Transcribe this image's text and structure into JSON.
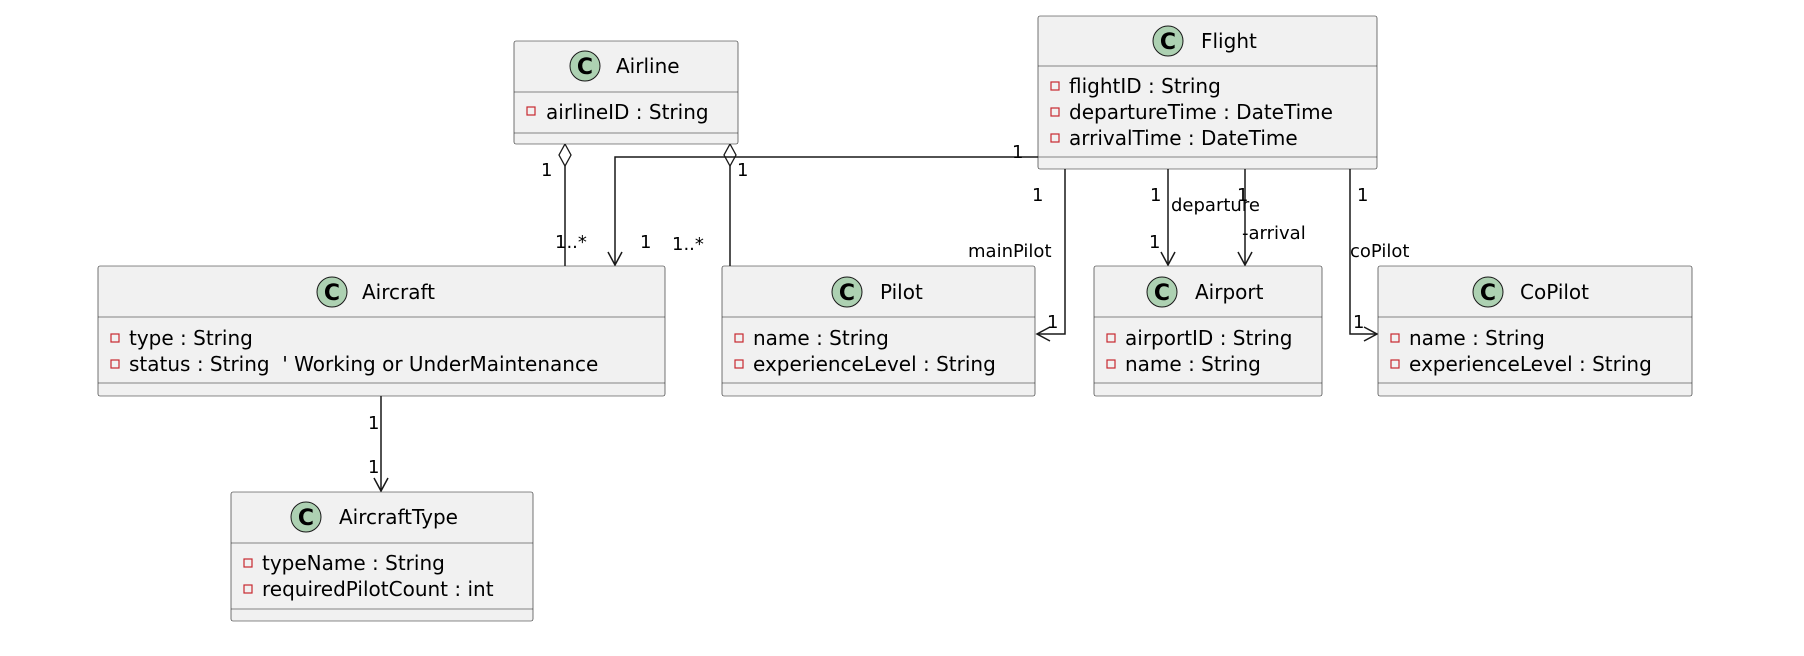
{
  "classes": {
    "airline": {
      "stereotype_letter": "C",
      "name": "Airline",
      "attributes": [
        {
          "visibility": "private",
          "text": "airlineID : String"
        }
      ]
    },
    "flight": {
      "stereotype_letter": "C",
      "name": "Flight",
      "attributes": [
        {
          "visibility": "private",
          "text": "flightID : String"
        },
        {
          "visibility": "private",
          "text": "departureTime : DateTime"
        },
        {
          "visibility": "private",
          "text": "arrivalTime : DateTime"
        }
      ]
    },
    "aircraft": {
      "stereotype_letter": "C",
      "name": "Aircraft",
      "attributes": [
        {
          "visibility": "private",
          "text": "type : String"
        },
        {
          "visibility": "private",
          "text": "status : String  ' Working or UnderMaintenance"
        }
      ]
    },
    "pilot": {
      "stereotype_letter": "C",
      "name": "Pilot",
      "attributes": [
        {
          "visibility": "private",
          "text": "name : String"
        },
        {
          "visibility": "private",
          "text": "experienceLevel : String"
        }
      ]
    },
    "airport": {
      "stereotype_letter": "C",
      "name": "Airport",
      "attributes": [
        {
          "visibility": "private",
          "text": "airportID : String"
        },
        {
          "visibility": "private",
          "text": "name : String"
        }
      ]
    },
    "copilot": {
      "stereotype_letter": "C",
      "name": "CoPilot",
      "attributes": [
        {
          "visibility": "private",
          "text": "name : String"
        },
        {
          "visibility": "private",
          "text": "experienceLevel : String"
        }
      ]
    },
    "aircrafttype": {
      "stereotype_letter": "C",
      "name": "AircraftType",
      "attributes": [
        {
          "visibility": "private",
          "text": "typeName : String"
        },
        {
          "visibility": "private",
          "text": "requiredPilotCount : int"
        }
      ]
    }
  },
  "relations": {
    "airline_aircraft": {
      "type": "aggregation",
      "from": "Airline",
      "to": "Aircraft",
      "from_mult": "1",
      "to_mult": "1..*"
    },
    "airline_pilot": {
      "type": "aggregation",
      "from": "Airline",
      "to": "Pilot",
      "from_mult": "1",
      "to_mult": "1..*"
    },
    "flight_aircraft": {
      "type": "association",
      "from": "Flight",
      "to": "Aircraft",
      "from_mult": "1",
      "to_mult": "1"
    },
    "flight_pilot": {
      "type": "association",
      "from": "Flight",
      "to": "Pilot",
      "from_mult": "1",
      "to_mult": "1",
      "role": "mainPilot"
    },
    "flight_departure": {
      "type": "association",
      "from": "Flight",
      "to": "Airport",
      "from_mult": "1",
      "to_mult": "1",
      "role": "departure"
    },
    "flight_arrival": {
      "type": "association",
      "from": "Flight",
      "to": "Airport",
      "from_mult": "1",
      "role": "arrival"
    },
    "flight_copilot": {
      "type": "association",
      "from": "Flight",
      "to": "CoPilot",
      "from_mult": "1",
      "to_mult": "1",
      "role": "coPilot"
    },
    "aircraft_aircrafttype": {
      "type": "association",
      "from": "Aircraft",
      "to": "AircraftType",
      "from_mult": "1",
      "to_mult": "1"
    }
  }
}
